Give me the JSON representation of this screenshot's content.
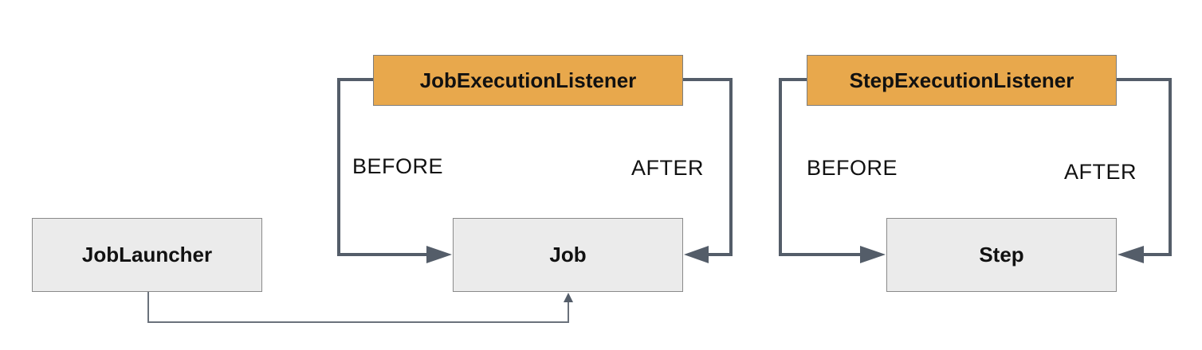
{
  "nodes": {
    "job_launcher": "JobLauncher",
    "job": "Job",
    "step": "Step",
    "job_execution_listener": "JobExecutionListener",
    "step_execution_listener": "StepExecutionListener"
  },
  "labels": {
    "job_before": "BEFORE",
    "job_after": "AFTER",
    "step_before": "BEFORE",
    "step_after": "AFTER"
  },
  "colors": {
    "listener_fill": "#e8a84c",
    "node_fill": "#ebebeb",
    "connector": "#545d69"
  }
}
